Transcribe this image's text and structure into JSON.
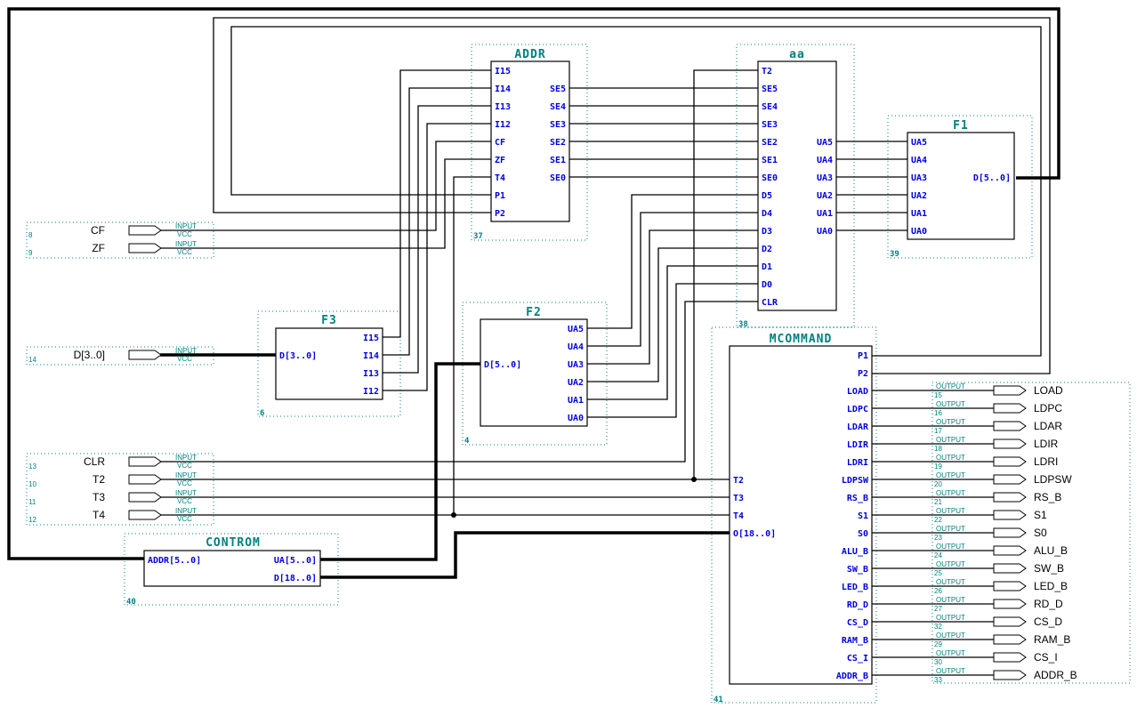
{
  "blocks": {
    "addr": {
      "title": "ADDR",
      "id": "37",
      "inputs": [
        "I15",
        "I14",
        "I13",
        "I12",
        "CF",
        "ZF",
        "T4",
        "P1",
        "P2"
      ],
      "outputs": [
        "SE5",
        "SE4",
        "SE3",
        "SE2",
        "SE1",
        "SE0"
      ]
    },
    "aa": {
      "title": "aa",
      "id": "38",
      "inputs": [
        "T2",
        "SE5",
        "SE4",
        "SE3",
        "SE2",
        "SE1",
        "SE0",
        "D5",
        "D4",
        "D3",
        "D2",
        "D1",
        "D0",
        "CLR"
      ],
      "outputs": [
        "UA5",
        "UA4",
        "UA3",
        "UA2",
        "UA1",
        "UA0"
      ]
    },
    "f1": {
      "title": "F1",
      "id": "39",
      "inputs": [
        "UA5",
        "UA4",
        "UA3",
        "UA2",
        "UA1",
        "UA0"
      ],
      "output": "D[5..0]"
    },
    "f3": {
      "title": "F3",
      "id": "6",
      "input": "D[3..0]",
      "outputs": [
        "I15",
        "I14",
        "I13",
        "I12"
      ]
    },
    "f2": {
      "title": "F2",
      "id": "4",
      "input": "D[5..0]",
      "outputs": [
        "UA5",
        "UA4",
        "UA3",
        "UA2",
        "UA1",
        "UA0"
      ]
    },
    "mcommand": {
      "title": "MCOMMAND",
      "id": "41",
      "inputs": [
        "T2",
        "T3",
        "T4",
        "O[18..0]"
      ],
      "outputs": [
        "P1",
        "P2",
        "LOAD",
        "LDPC",
        "LDAR",
        "LDIR",
        "LDRI",
        "LDPSW",
        "RS_B",
        "S1",
        "S0",
        "ALU_B",
        "SW_B",
        "LED_B",
        "RD_D",
        "CS_D",
        "RAM_B",
        "CS_I",
        "ADDR_B"
      ]
    },
    "contrum": {
      "title": "CONTROM",
      "id": "40",
      "inputs": [
        "ADDR[5..0]"
      ],
      "outputs": [
        "UA[5..0]",
        "D[18..0]"
      ]
    }
  },
  "input_ports": [
    {
      "label": "CF",
      "num": "8"
    },
    {
      "label": "ZF",
      "num": "9"
    },
    {
      "label": "D[3..0]",
      "num": "14"
    },
    {
      "label": "CLR",
      "num": "13"
    },
    {
      "label": "T2",
      "num": "10"
    },
    {
      "label": "T3",
      "num": "11"
    },
    {
      "label": "T4",
      "num": "12"
    }
  ],
  "output_ports": [
    {
      "label": "LOAD",
      "num": "15"
    },
    {
      "label": "LDPC",
      "num": "16"
    },
    {
      "label": "LDAR",
      "num": "17"
    },
    {
      "label": "LDIR",
      "num": "18"
    },
    {
      "label": "LDRI",
      "num": "19"
    },
    {
      "label": "LDPSW",
      "num": "20"
    },
    {
      "label": "RS_B",
      "num": "21"
    },
    {
      "label": "S1",
      "num": "22"
    },
    {
      "label": "S0",
      "num": "23"
    },
    {
      "label": "ALU_B",
      "num": "24"
    },
    {
      "label": "SW_B",
      "num": "25"
    },
    {
      "label": "LED_B",
      "num": "26"
    },
    {
      "label": "RD_D",
      "num": "27"
    },
    {
      "label": "CS_D",
      "num": "32"
    },
    {
      "label": "RAM_B",
      "num": "29"
    },
    {
      "label": "CS_I",
      "num": "30"
    },
    {
      "label": "ADDR_B",
      "num": "33"
    }
  ],
  "port_tags": {
    "input": "INPUT",
    "vcc": "VCC",
    "output": "OUTPUT"
  },
  "colors": {
    "pin": "#0000e0",
    "title": "#008080",
    "wire": "#000000"
  }
}
